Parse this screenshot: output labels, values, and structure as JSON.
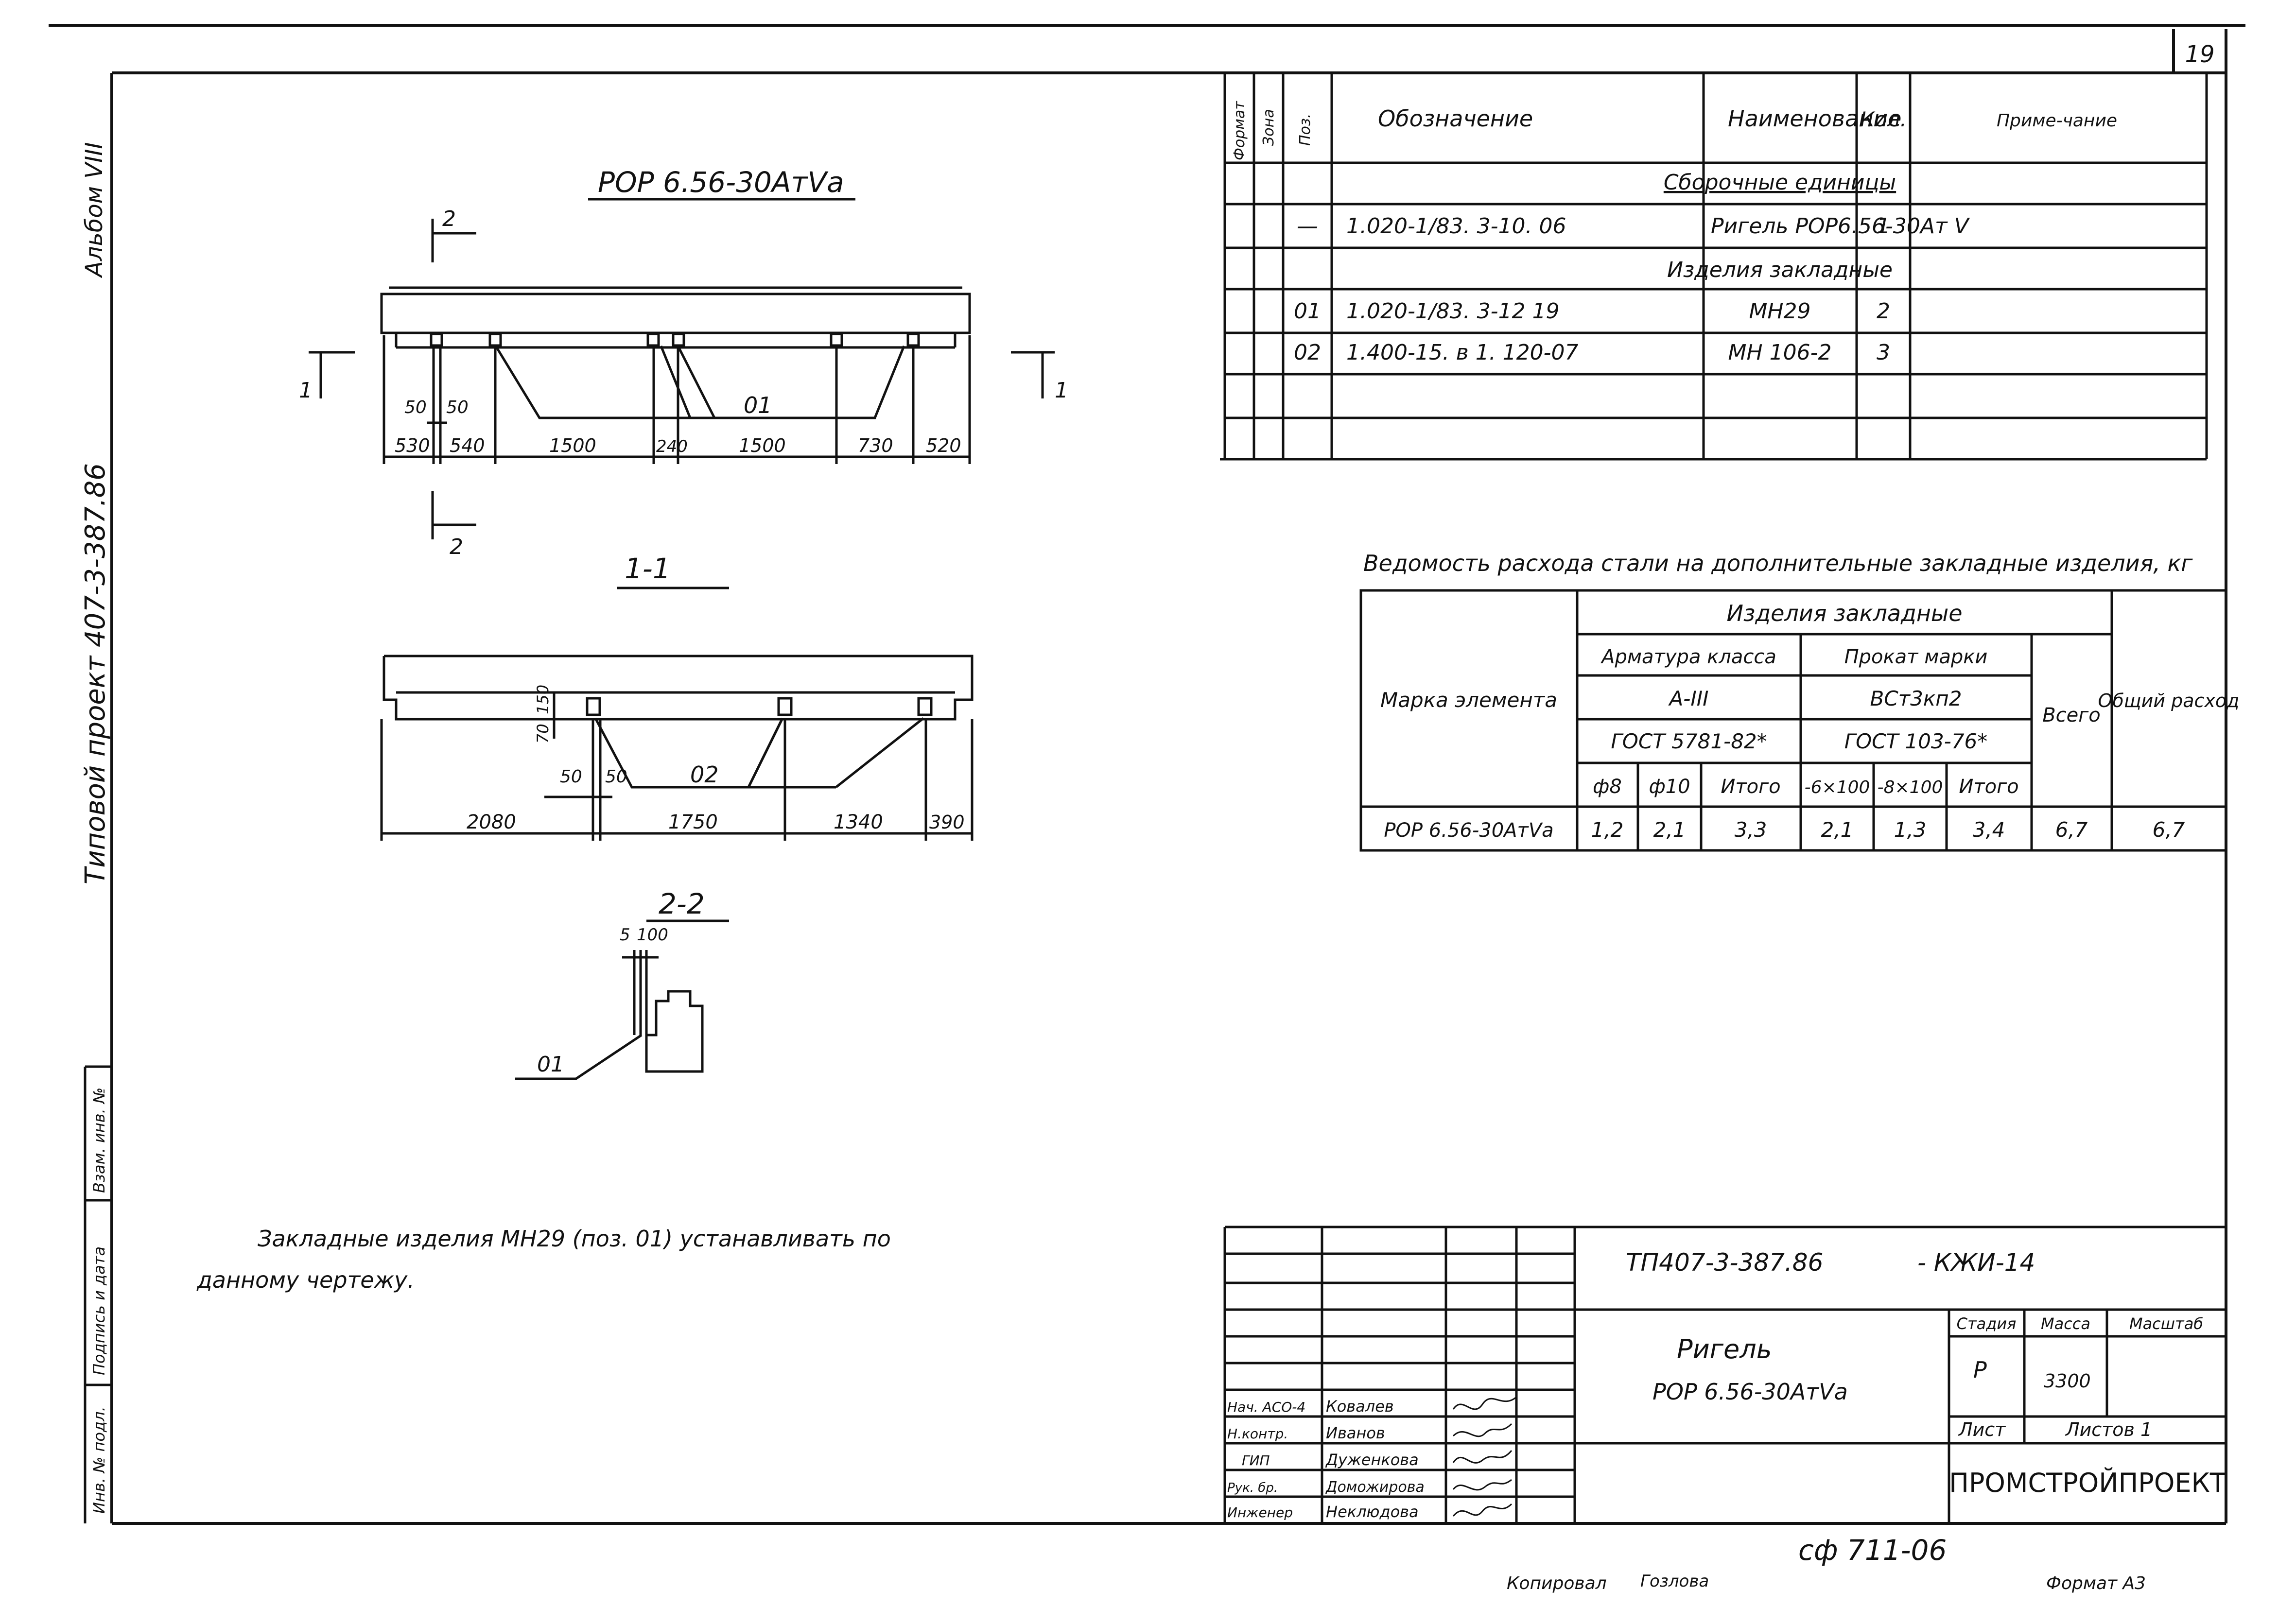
{
  "sheet": {
    "page_number": "19",
    "album_label": "Альбом VIII",
    "project_label": "Типовой проект 407-3-387.86",
    "format_label": "Формат А3",
    "copy_label": "Копировал",
    "copier": "Гозлова",
    "archive_code": "сф 711-06",
    "binding_cols": [
      "Инв. № подл.",
      "Подпись и дата",
      "Взам. инв. №"
    ]
  },
  "drawing": {
    "main_view_title": "РОР 6.56-30АтVа",
    "section_1_title": "1-1",
    "section_2_title": "2-2",
    "cut_1": "1",
    "cut_2": "2",
    "pos_01": "01",
    "pos_02": "02",
    "main_dims": [
      "530",
      "540",
      "1500",
      "240",
      "1500",
      "730",
      "520"
    ],
    "main_small_dims": [
      "50",
      "50"
    ],
    "sec1_dims": [
      "2080",
      "1750",
      "1340",
      "390"
    ],
    "sec1_small_dims": [
      "50",
      "50"
    ],
    "sec1_vert_dims": [
      "150",
      "70"
    ],
    "sec2_dims": [
      "5",
      "100"
    ]
  },
  "note": {
    "line1": "Закладные изделия МН29 (поз. 01) устанавливать по",
    "line2": "данному чертежу."
  },
  "spec_table": {
    "headers": {
      "format": "Формат",
      "zone": "Зона",
      "pos": "Поз.",
      "designation": "Обозначение",
      "name": "Наименование",
      "qty": "Кол.",
      "note": "Приме-чание"
    },
    "rows": [
      {
        "pos": "",
        "designation": "",
        "name": "Сборочные единицы",
        "qty": ""
      },
      {
        "pos": "—",
        "designation": "1.020-1/83. 3-10.  06",
        "name": "Ригель РОР6.56-30Ат V",
        "qty": "1"
      },
      {
        "pos": "",
        "designation": "",
        "name": "Изделия закладные",
        "qty": ""
      },
      {
        "pos": "01",
        "designation": "1.020-1/83.  3-12   19",
        "name": "МН29",
        "qty": "2"
      },
      {
        "pos": "02",
        "designation": "1.400-15.  в 1.   120-07",
        "name": "МН 106-2",
        "qty": "3"
      }
    ]
  },
  "steel_table": {
    "title": "Ведомость расхода стали на дополнительные закладные изделия, кг",
    "h_mark": "Марка элемента",
    "h_group": "Изделия закладные",
    "h_rebar": "Арматура класса",
    "h_rolled": "Прокат марки",
    "h_rebar_class": "А-III",
    "h_rolled_grade": "ВСт3кп2",
    "h_rebar_gost": "ГОСТ 5781-82*",
    "h_rolled_gost": "ГОСТ 103-76*",
    "h_total": "Всего",
    "h_overall": "Общий расход",
    "cols": [
      "ф8",
      "ф10",
      "Итого",
      "-6×100",
      "-8×100",
      "Итого"
    ],
    "row": [
      "РОР 6.56-30АтVа",
      "1,2",
      "2,1",
      "3,3",
      "2,1",
      "1,3",
      "3,4",
      "6,7",
      "6,7"
    ]
  },
  "title_block": {
    "doc_code": "ТП407-3-387.86",
    "doc_suffix": "- КЖИ-14",
    "title_line1": "Ригель",
    "title_line2": "РОР 6.56-30АтVа",
    "h_stage": "Стадия",
    "h_mass": "Масса",
    "h_scale": "Масштаб",
    "stage": "Р",
    "mass": "3300",
    "h_sheet": "Лист",
    "h_sheets": "Листов 1",
    "org": "ПРОМСТРОЙПРОЕКТ",
    "signers": [
      {
        "role": "Нач. АСО-4",
        "name": "Ковалев"
      },
      {
        "role": "Н.контр.",
        "name": "Иванов"
      },
      {
        "role": "ГИП",
        "name": "Дуженкова"
      },
      {
        "role": "Рук. бр.",
        "name": "Доможирова"
      },
      {
        "role": "Инженер",
        "name": "Неклюдова"
      }
    ]
  }
}
